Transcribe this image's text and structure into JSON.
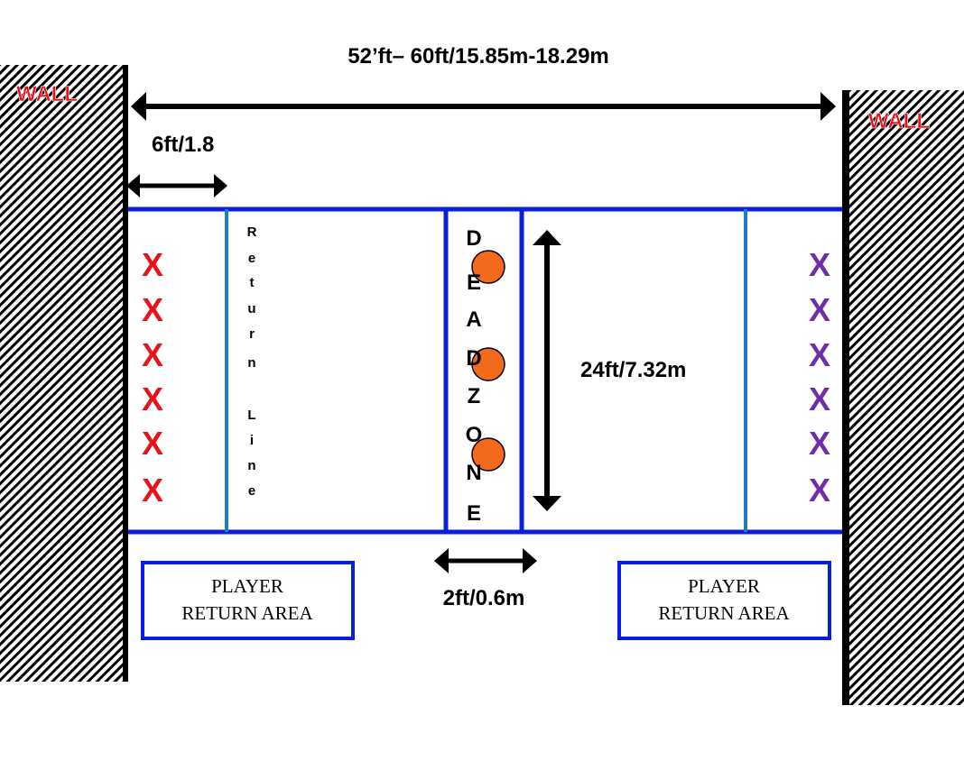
{
  "walls": {
    "left_label": "WALL",
    "right_label": "WALL"
  },
  "dimensions": {
    "total_length": "52’ft– 60ft/15.85m-18.29m",
    "return_offset": "6ft/1.8",
    "court_width": "24ft/7.32m",
    "dead_zone_width": "2ft/0.6m"
  },
  "return_line": {
    "letters": [
      "R",
      "e",
      "t",
      "u",
      "r",
      "n",
      "L",
      "i",
      "n",
      "e"
    ]
  },
  "dead_zone": {
    "letters": [
      "D",
      "E",
      "A",
      "D",
      "Z",
      "O",
      "N",
      "E"
    ],
    "ball_count": 3
  },
  "teams": {
    "left": {
      "marker": "X",
      "count": 6,
      "color": "#e8121a"
    },
    "right": {
      "marker": "X",
      "count": 6,
      "color": "#6f2da8"
    }
  },
  "player_return_areas": {
    "left": {
      "line1": "PLAYER",
      "line2": "RETURN AREA"
    },
    "right": {
      "line1": "PLAYER",
      "line2": "RETURN AREA"
    }
  },
  "colors": {
    "court_lines": "#0a1ee0",
    "return_lines": "#1f7ccc",
    "ball": "#f26a1b",
    "wall_label": "#e8121a"
  }
}
